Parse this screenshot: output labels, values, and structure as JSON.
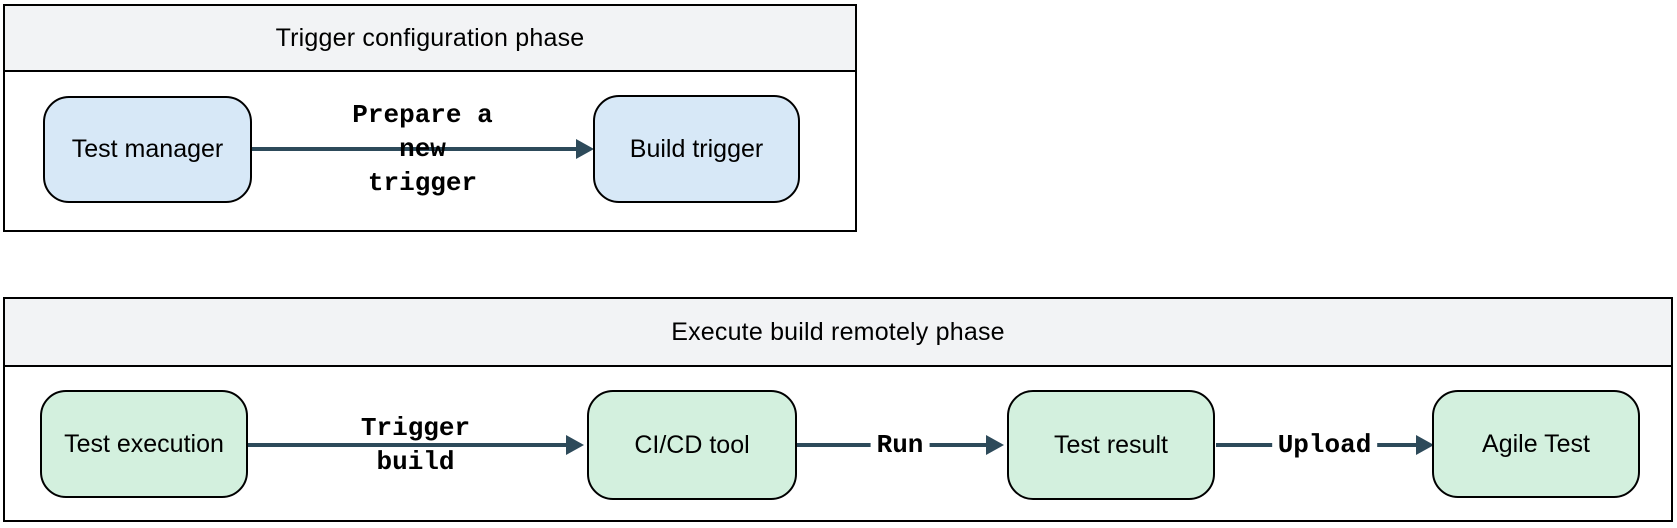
{
  "diagram": {
    "colors": {
      "node_blue": "#d7e8f7",
      "node_green": "#d3f0de",
      "header_background": "#f2f3f5",
      "arrow": "#2d4a5a",
      "border": "#000000"
    },
    "phases": [
      {
        "title": "Trigger configuration phase",
        "nodes": [
          {
            "label": "Test manager"
          },
          {
            "label": "Build trigger"
          }
        ],
        "edges": [
          {
            "label": "Prepare a new\ntrigger"
          }
        ]
      },
      {
        "title": "Execute build remotely phase",
        "nodes": [
          {
            "label": "Test execution"
          },
          {
            "label": "CI/CD tool"
          },
          {
            "label": "Test result"
          },
          {
            "label": "Agile Test"
          }
        ],
        "edges": [
          {
            "label": "Trigger\nbuild"
          },
          {
            "label": "Run"
          },
          {
            "label": "Upload"
          }
        ]
      }
    ]
  }
}
